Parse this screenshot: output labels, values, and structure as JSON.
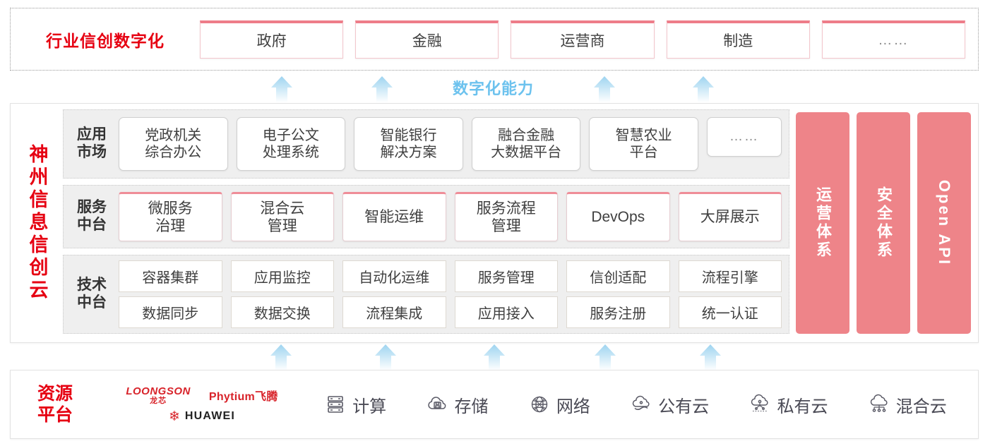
{
  "industry": {
    "title": "行业信创数字化",
    "boxes": [
      {
        "label": "政府"
      },
      {
        "label": "金融"
      },
      {
        "label": "运营商"
      },
      {
        "label": "制造"
      },
      {
        "label": "……"
      }
    ]
  },
  "capability": {
    "label": "数字化能力",
    "arrow_count": 4,
    "arrow_color": "#bfe2f5"
  },
  "cloud": {
    "title": "神州信息信创云",
    "layers": [
      {
        "key": "app",
        "label": "应用\n市场",
        "label_line1": "应用",
        "label_line2": "市场",
        "items": [
          {
            "line1": "党政机关",
            "line2": "综合办公"
          },
          {
            "line1": "电子公文",
            "line2": "处理系统"
          },
          {
            "line1": "智能银行",
            "line2": "解决方案"
          },
          {
            "line1": "融合金融",
            "line2": "大数据平台"
          },
          {
            "line1": "智慧农业",
            "line2": "平台"
          },
          {
            "line1": "……",
            "line2": "",
            "small": true
          }
        ]
      },
      {
        "key": "service",
        "label_line1": "服务",
        "label_line2": "中台",
        "items": [
          {
            "line1": "微服务",
            "line2": "治理"
          },
          {
            "line1": "混合云",
            "line2": "管理"
          },
          {
            "line1": "智能运维",
            "line2": ""
          },
          {
            "line1": "服务流程",
            "line2": "管理"
          },
          {
            "line1": "DevOps",
            "line2": ""
          },
          {
            "line1": "大屏展示",
            "line2": ""
          }
        ]
      },
      {
        "key": "tech",
        "label_line1": "技术",
        "label_line2": "中台",
        "rows": [
          [
            "容器集群",
            "应用监控",
            "自动化运维",
            "服务管理",
            "信创适配",
            "流程引擎"
          ],
          [
            "数据同步",
            "数据交换",
            "流程集成",
            "应用接入",
            "服务注册",
            "统一认证"
          ]
        ]
      }
    ],
    "pillars": [
      {
        "label": "运营体系",
        "vertical": true
      },
      {
        "label": "安全体系",
        "vertical": true
      },
      {
        "label": "Open API",
        "vertical": false
      }
    ],
    "pillar_color": "#ee8489"
  },
  "bottom_arrows": {
    "count": 5,
    "color": "#bfe2f5"
  },
  "resource": {
    "title_line1": "资源",
    "title_line2": "平台",
    "vendors": [
      {
        "name_en": "LOONGSON",
        "name_cn": "龙芯"
      },
      {
        "name": "Phytium飞腾"
      },
      {
        "name": "HUAWEI"
      }
    ],
    "items": [
      {
        "icon": "server-icon",
        "label": "计算"
      },
      {
        "icon": "cloud-storage-icon",
        "label": "存储"
      },
      {
        "icon": "network-globe-icon",
        "label": "网络"
      },
      {
        "icon": "public-cloud-icon",
        "label": "公有云"
      },
      {
        "icon": "private-cloud-icon",
        "label": "私有云"
      },
      {
        "icon": "hybrid-cloud-icon",
        "label": "混合云"
      }
    ]
  },
  "colors": {
    "brand_red": "#E60012",
    "pink": "#ee8489",
    "arrow_blue": "#bfe2f5",
    "panel_gray": "#efefef"
  }
}
